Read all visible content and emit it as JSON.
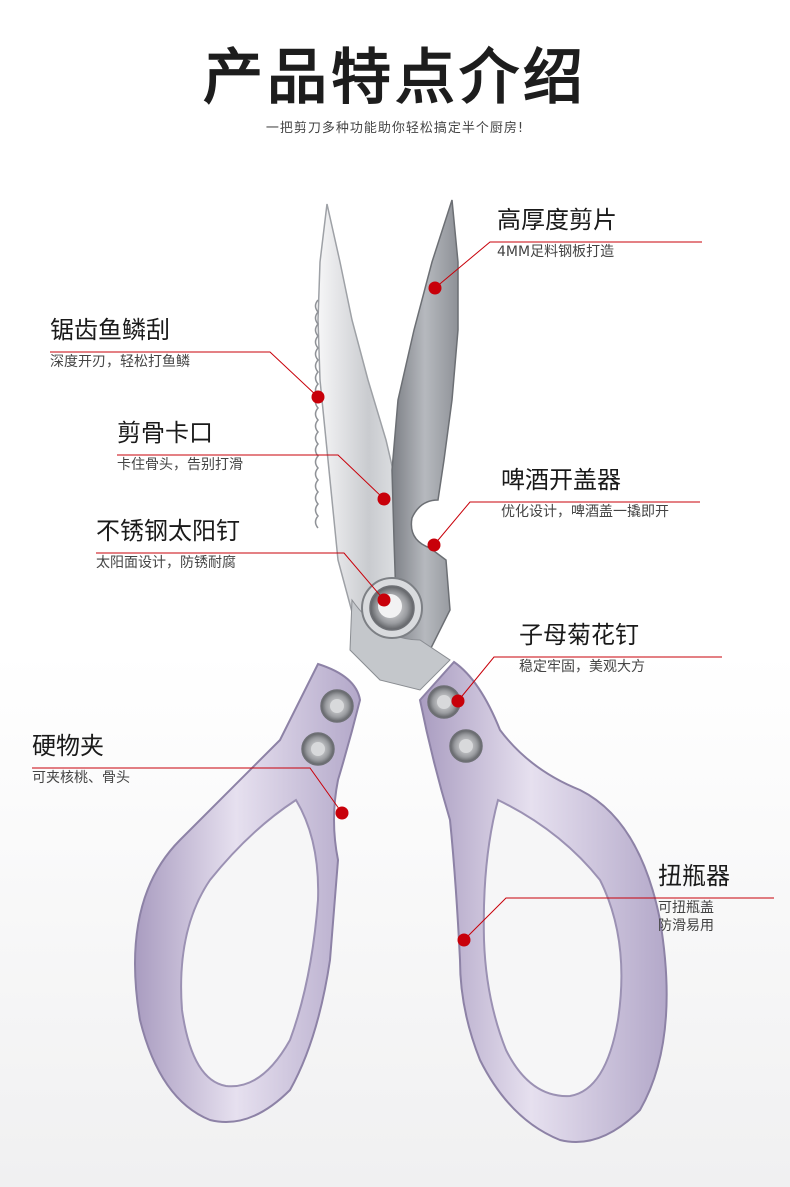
{
  "header": {
    "title": "产品特点介绍",
    "subtitle": "一把剪刀多种功能助你轻松搞定半个厨房!"
  },
  "features": {
    "thick_blade": {
      "title": "高厚度剪片",
      "desc": "4MM足料钢板打造"
    },
    "serrated_scaler": {
      "title": "锯齿鱼鳞刮",
      "desc": "深度开刃，轻松打鱼鳞"
    },
    "bone_notch": {
      "title": "剪骨卡口",
      "desc": "卡住骨头，告别打滑"
    },
    "bottle_opener": {
      "title": "啤酒开盖器",
      "desc": "优化设计，啤酒盖一撬即开"
    },
    "sun_rivet": {
      "title": "不锈钢太阳钉",
      "desc": "太阳面设计，防锈耐腐"
    },
    "chrysanthemum_rivet": {
      "title": "子母菊花钉",
      "desc": "稳定牢固，美观大方"
    },
    "hard_clamp": {
      "title": "硬物夹",
      "desc": "可夹核桃、骨头"
    },
    "jar_twister": {
      "title": "扭瓶器",
      "desc_line1": "可扭瓶盖",
      "desc_line2": "防滑易用"
    }
  },
  "colors": {
    "marker": "#c8000a",
    "handle": "#c6bdd6",
    "blade": "#d4d6d9"
  }
}
